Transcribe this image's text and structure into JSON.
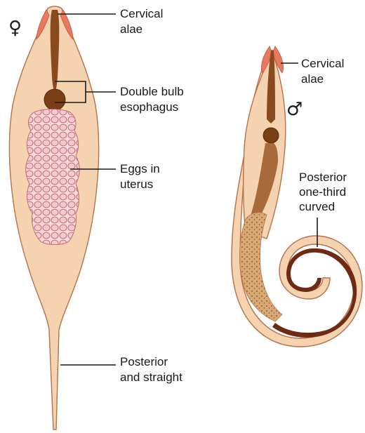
{
  "figure": {
    "female": {
      "symbol": "♀",
      "labels": {
        "cervical_alae": [
          "Cervical",
          "alae"
        ],
        "double_bulb": [
          "Double bulb",
          "esophagus"
        ],
        "eggs": [
          "Eggs in",
          "uterus"
        ],
        "posterior": [
          "Posterior",
          "and straight"
        ]
      }
    },
    "male": {
      "symbol": "♂",
      "labels": {
        "cervical_alae": [
          "Cervical",
          "alae"
        ],
        "posterior": [
          "Posterior",
          "one-third",
          "curved"
        ]
      }
    }
  },
  "colors": {
    "body_fill": "#f6d3b0",
    "body_edge": "#b5714a",
    "alae": "#e9795e",
    "esophagus": "#8a4a1f",
    "bulb": "#7a3e16",
    "intestine": "#a86a3a",
    "eggs_fill": "#f4c9cf",
    "eggs_edge": "#c06d74",
    "coil_band": "#6e2a12",
    "testis": "#d9a874",
    "testis_dots": "#7a4a25"
  }
}
